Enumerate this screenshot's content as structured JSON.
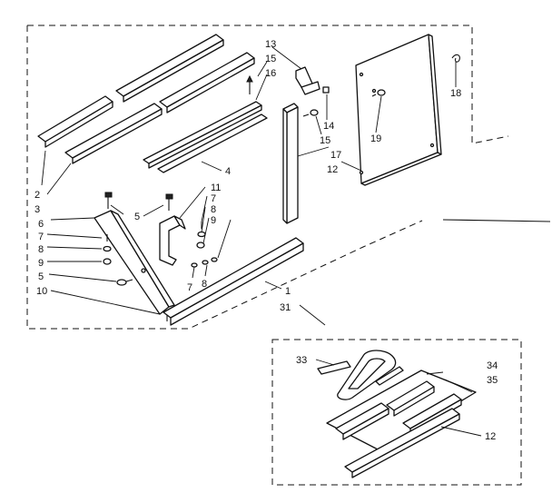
{
  "labels": {
    "l2": "2",
    "l3": "3",
    "l6": "6",
    "l7a": "7",
    "l8a": "8",
    "l9a": "9",
    "l5a": "5",
    "l10": "10",
    "l5b": "5",
    "l11": "11",
    "l7b": "7",
    "l8b": "8",
    "l9b": "9",
    "l7c": "7",
    "l8c": "8",
    "l4": "4",
    "l1": "1",
    "l31": "31",
    "l13": "13",
    "l15a": "15",
    "l16": "16",
    "l14": "14",
    "l15b": "15",
    "l17": "17",
    "l12a": "12",
    "l19": "19",
    "l18": "18",
    "l33": "33",
    "l34": "34",
    "l35": "35",
    "l12b": "12"
  }
}
